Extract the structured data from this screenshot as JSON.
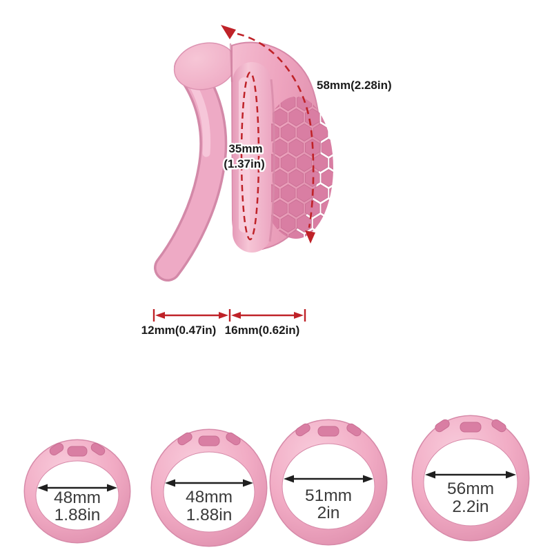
{
  "diagram": {
    "length_label": "58mm(2.28in)",
    "inner_label_line1": "35mm",
    "inner_label_line2": "(1.37in)",
    "base_width_label": "12mm(0.47in)",
    "cage_width_label": "16mm(0.62in)"
  },
  "rings": [
    {
      "mm": "48mm",
      "inch": "1.88in"
    },
    {
      "mm": "48mm",
      "inch": "1.88in"
    },
    {
      "mm": "51mm",
      "inch": "2in"
    },
    {
      "mm": "56mm",
      "inch": "2.2in"
    }
  ],
  "colors": {
    "annotation_red": "#bf2228",
    "dimension_text": "#1b1b1b",
    "ring_text": "#3a3a3a",
    "pink_main": "#efa8c2",
    "pink_light": "#f7c9d9",
    "pink_dark": "#d689a8",
    "pink_deep": "#d97ea3",
    "background": "#ffffff"
  }
}
